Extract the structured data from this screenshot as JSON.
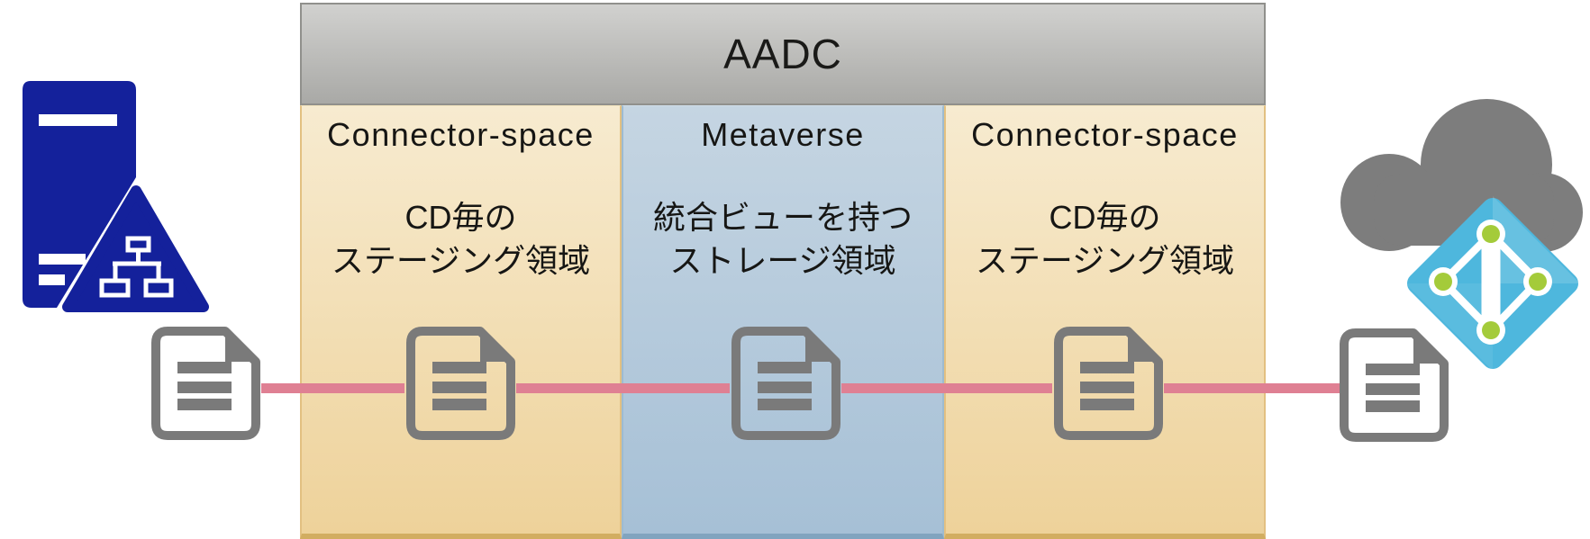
{
  "title_bar": {
    "label": "AADC"
  },
  "columns": [
    {
      "header": "Connector-space",
      "line1": "CD毎の",
      "line2": "ステージング領域"
    },
    {
      "header": "Metaverse",
      "line1": "統合ビューを持つ",
      "line2": "ストレージ領域"
    },
    {
      "header": "Connector-space",
      "line1": "CD毎の",
      "line2": "ステージング領域"
    }
  ],
  "icons": {
    "left": "on-premises-ad-server-icon",
    "right_cloud": "cloud-icon",
    "right_badge": "azure-active-directory-icon",
    "documents": "document-icon",
    "document_count": 5
  },
  "colors": {
    "bar_gray_top": "#d1d1cf",
    "bar_gray_bottom": "#a9a9a6",
    "connector_space_tan_top": "#f7ebd0",
    "connector_space_tan_bottom": "#eed29a",
    "metaverse_blue_top": "#c5d5e2",
    "metaverse_blue_bottom": "#a6c0d6",
    "sync_line_pink": "#df8093",
    "document_gray": "#7a7a7a",
    "server_navy": "#14219b",
    "cloud_gray": "#7d7d7d",
    "azure_ad_blue": "#4eb7dd",
    "azure_ad_green": "#a4cb3a"
  }
}
